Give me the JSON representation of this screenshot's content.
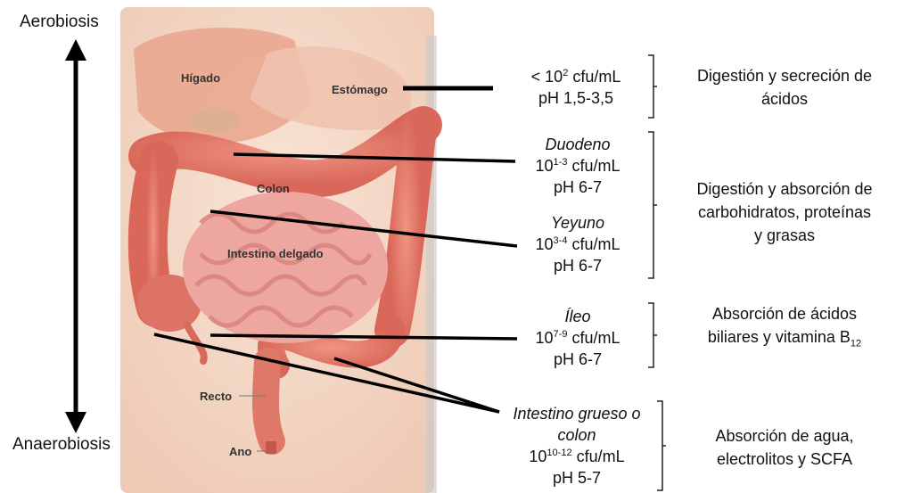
{
  "axis": {
    "top_label": "Aerobiosis",
    "bottom_label": "Anaerobiosis"
  },
  "organs": {
    "liver": "Hígado",
    "stomach": "Estómago",
    "colon": "Colon",
    "small_intestine": "Intestino delgado",
    "rectum": "Recto",
    "anus": "Ano"
  },
  "segments": {
    "stomach": {
      "count_prefix": "< 10",
      "count_exp": "2",
      "count_unit": " cfu/mL",
      "ph": "pH 1,5-3,5"
    },
    "duodenum": {
      "name": "Duodeno",
      "count_base": "10",
      "count_exp": "1-3",
      "count_unit": " cfu/mL",
      "ph": "pH 6-7"
    },
    "jejunum": {
      "name": "Yeyuno",
      "count_base": "10",
      "count_exp": "3-4",
      "count_unit": " cfu/mL",
      "ph": "pH 6-7"
    },
    "ileum": {
      "name": "Íleo",
      "count_base": "10",
      "count_exp": "7-9",
      "count_unit": " cfu/mL",
      "ph": "pH 6-7"
    },
    "large_intestine": {
      "name_line1": "Intestino grueso o",
      "name_line2": "colon",
      "count_base": "10",
      "count_exp": "10-12",
      "count_unit": " cfu/mL",
      "ph": "pH 5-7"
    }
  },
  "functions": {
    "stomach": {
      "line1": "Digestión y secreción de",
      "line2": "ácidos"
    },
    "small_intestine": {
      "line1": "Digestión y absorción de",
      "line2": "carbohidratos, proteínas",
      "line3": "y grasas"
    },
    "ileum": {
      "line1": "Absorción de ácidos",
      "line2_prefix": "biliares y vitamina B",
      "line2_sub": "12"
    },
    "colon": {
      "line1": "Absorción de agua,",
      "line2": "electrolitos y SCFA"
    }
  },
  "colors": {
    "background": "#ffffff",
    "skin": "#f6dccb",
    "liver": "#e9a58c",
    "stomach": "#efc3ae",
    "colon": "#e5806f",
    "small_intestine": "#eea7a0",
    "line": "#111111"
  }
}
